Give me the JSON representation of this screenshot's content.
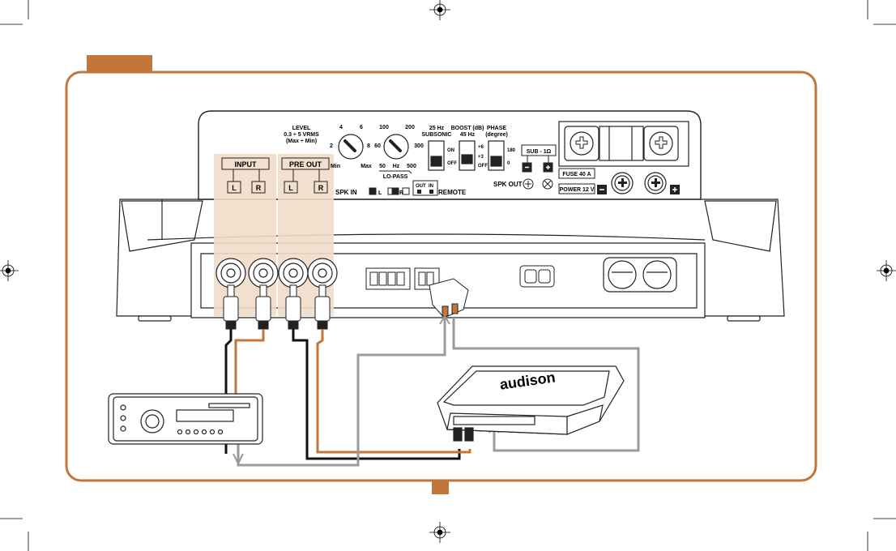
{
  "colors": {
    "frame": "#c2763a",
    "highlight": "#f1dcc9",
    "wire_orange": "#c2763a",
    "wire_black": "#111111",
    "wire_gray": "#9a9a9a",
    "line": "#222222"
  },
  "top_panel": {
    "level": {
      "title": "LEVEL",
      "range": "0.3 ÷ 5 VRMS",
      "note": "(Max ÷ Min)",
      "ticks": [
        "4",
        "6",
        "2",
        "8",
        "Min",
        "Max"
      ]
    },
    "lopass": {
      "ticks": [
        "100",
        "200",
        "60",
        "300",
        "50",
        "Hz",
        "500"
      ],
      "label": "LO-PASS"
    },
    "subsonic": {
      "title": "25 Hz",
      "subtitle": "SUBSONIC",
      "on": "ON",
      "off": "OFF"
    },
    "boost": {
      "title": "BOOST (dB)",
      "subtitle": "45 Hz",
      "plus6": "+6",
      "plus3": "+3",
      "off": "OFF"
    },
    "phase": {
      "title": "PHASE",
      "subtitle": "(degree)",
      "p180": "180",
      "p0": "0"
    },
    "input": {
      "label": "INPUT",
      "l": "L",
      "r": "R"
    },
    "preout": {
      "label": "PRE OUT",
      "l": "L",
      "r": "R"
    },
    "spk_in": {
      "label": "SPK IN",
      "l": "L",
      "r": "R"
    },
    "remote": {
      "out": "OUT",
      "in": "IN",
      "label": "REMOTE"
    },
    "sub": "SUB - 1Ω",
    "spk_out": "SPK OUT",
    "fuse": "FUSE 40 A",
    "power": "POWER 12 V"
  },
  "amplifier_brand": "audison"
}
